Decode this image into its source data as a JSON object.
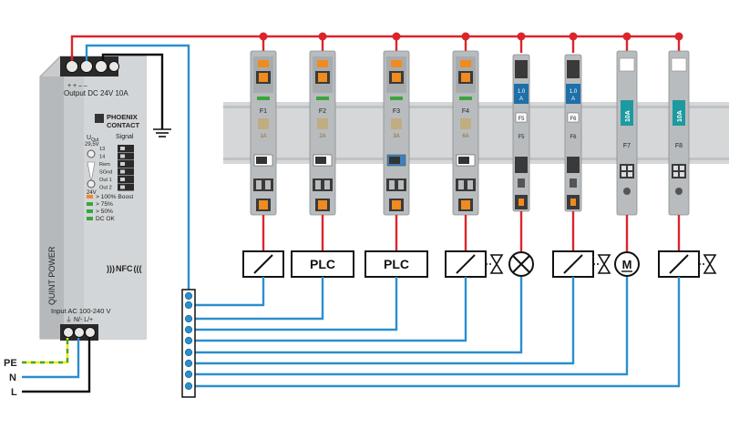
{
  "colors": {
    "red": "#d9262b",
    "blue": "#2b8fcd",
    "black": "#111111",
    "pe_yellow": "#f2e600",
    "pe_green": "#3aa53a",
    "psu_body": "#c9ccce",
    "rail": "#d5d7d8",
    "module": "#b9bcbf",
    "orange": "#ef8b1f",
    "blue_label": "#1f6fa8",
    "teal_label": "#1d9aa0"
  },
  "psu": {
    "output_marks": "+   +   –   –",
    "output_label": "Output DC 24V 10A",
    "brand_line1": "PHOENIX",
    "brand_line2": "CONTACT",
    "uout_label": "U",
    "uout_sub": "Out",
    "uout_value": "29,5V",
    "uout_min": "24V",
    "signal_label": "Signal",
    "terminals": [
      "13",
      "14",
      "Rem",
      "SGnd",
      "Out 1",
      "Out 2"
    ],
    "leds": [
      {
        "label": "> 100% Boost",
        "color": "#ef8b1f"
      },
      {
        "label": "> 75%",
        "color": "#3aa53a"
      },
      {
        "label": "> 50%",
        "color": "#3aa53a"
      },
      {
        "label": "DC OK",
        "color": "#3aa53a"
      }
    ],
    "nfc_label": "NFC",
    "side_label": "QUINT POWER",
    "input_label": "Input AC 100-240 V",
    "input_marks": "⏚   N/-  L/+"
  },
  "supply_lines": [
    "PE",
    "N",
    "L"
  ],
  "breakers": [
    {
      "id": "F1",
      "rating": "1A",
      "kind": "cb",
      "load": "relay",
      "valve": false
    },
    {
      "id": "F2",
      "rating": "2A",
      "kind": "cb",
      "load": "plc",
      "valve": false
    },
    {
      "id": "F3",
      "rating": "3A",
      "kind": "cb",
      "load": "plc",
      "valve": false
    },
    {
      "id": "F4",
      "rating": "6A",
      "kind": "cb",
      "load": "relay",
      "valve": true
    },
    {
      "id": "F5",
      "rating": "1.0 A",
      "kind": "fuse",
      "load": "lamp",
      "valve": false
    },
    {
      "id": "F6",
      "rating": "1.0 A",
      "kind": "fuse",
      "load": "relay",
      "valve": true
    },
    {
      "id": "F7",
      "rating": "10A",
      "kind": "big",
      "load": "motor",
      "valve": false
    },
    {
      "id": "F8",
      "rating": "10A",
      "kind": "big",
      "load": "relay",
      "valve": true
    }
  ],
  "load_labels": {
    "plc": "PLC",
    "motor": "M"
  }
}
